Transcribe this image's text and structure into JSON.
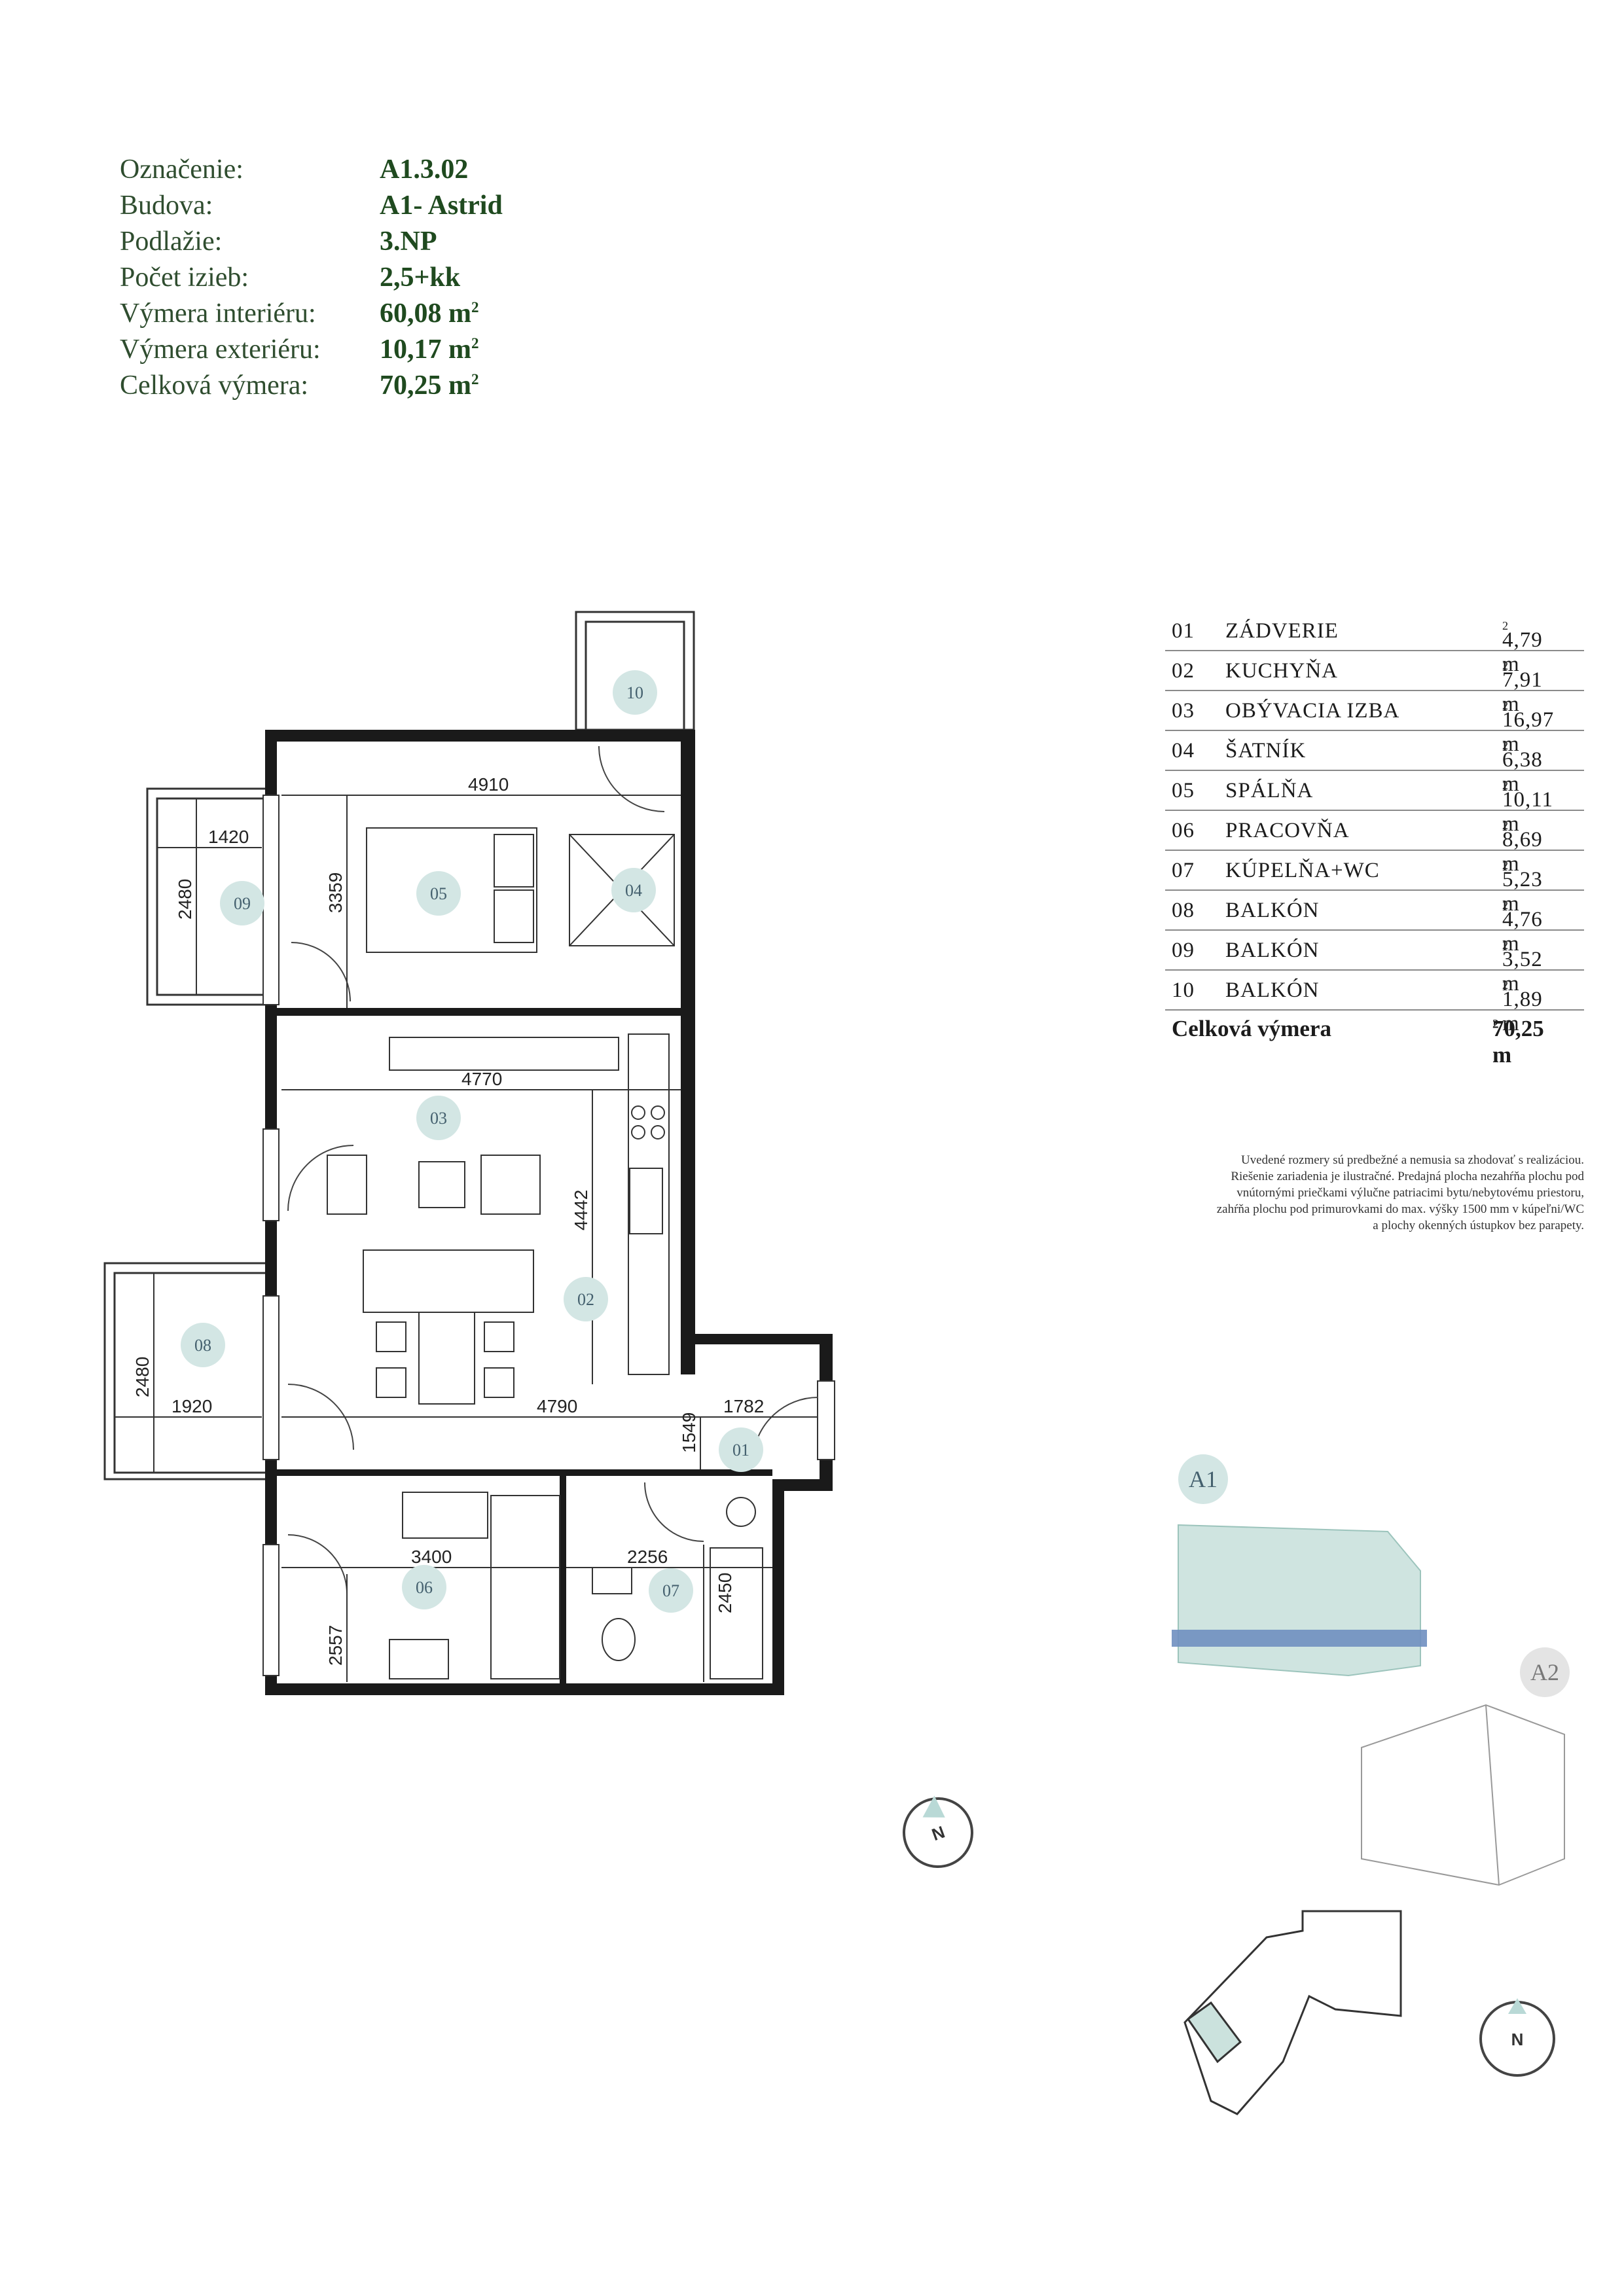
{
  "info": [
    {
      "label": "Označenie:",
      "value": "A1.3.02"
    },
    {
      "label": "Budova:",
      "value": "A1- Astrid"
    },
    {
      "label": "Podlažie:",
      "value": "3.NP"
    },
    {
      "label": "Počet izieb:",
      "value": "2,5+kk"
    },
    {
      "label": "Výmera interiéru:",
      "value": "60,08 m"
    },
    {
      "label": "Výmera exteriéru:",
      "value": "10,17 m"
    },
    {
      "label": "Celková výmera:",
      "value": "70,25 m"
    }
  ],
  "area_unit_sup": "2",
  "rooms": [
    {
      "num": "01",
      "name": "ZÁDVERIE",
      "area": "4,79 m"
    },
    {
      "num": "02",
      "name": "KUCHYŇA",
      "area": "7,91 m"
    },
    {
      "num": "03",
      "name": "OBÝVACIA IZBA",
      "area": "16,97 m"
    },
    {
      "num": "04",
      "name": "ŠATNÍK",
      "area": "6,38 m"
    },
    {
      "num": "05",
      "name": "SPÁLŇA",
      "area": "10,11 m"
    },
    {
      "num": "06",
      "name": "PRACOVŇA",
      "area": "8,69 m"
    },
    {
      "num": "07",
      "name": "KÚPELŇA+WC",
      "area": "5,23 m"
    },
    {
      "num": "08",
      "name": "BALKÓN",
      "area": "4,76 m"
    },
    {
      "num": "09",
      "name": "BALKÓN",
      "area": "3,52 m"
    },
    {
      "num": "10",
      "name": "BALKÓN",
      "area": "1,89 m"
    }
  ],
  "total": {
    "label": "Celková výmera",
    "value": "70,25 m"
  },
  "note": [
    "Uvedené rozmery sú predbežné a nemusia sa zhodovať s realizáciou.",
    "Riešenie zariadenia je ilustračné. Predajná plocha nezahŕňa plochu pod",
    "vnútornými priečkami výlučne patriacimi bytu/nebytovému priestoru,",
    "zahŕňa plochu pod primurovkami do max. výšky 1500 mm v kúpeľni/WC",
    "a plochy okenných ústupkov bez parapety."
  ],
  "plan": {
    "room_tags": [
      "01",
      "02",
      "03",
      "04",
      "05",
      "06",
      "07",
      "08",
      "09",
      "10"
    ],
    "dims": {
      "d4910": "4910",
      "d1420": "1420",
      "d2480a": "2480",
      "d3359": "3359",
      "d4770": "4770",
      "d4442": "4442",
      "d2480b": "2480",
      "d1920": "1920",
      "d4790": "4790",
      "d1782": "1782",
      "d1549": "1549",
      "d3400": "3400",
      "d2256": "2256",
      "d2450": "2450",
      "d2557": "2557"
    },
    "compass_letter": "N"
  },
  "site": {
    "building_a1": "A1",
    "building_a2": "A2",
    "compass_letter": "N"
  },
  "colors": {
    "heading_green": "#1f4a1f",
    "tag_fill": "#d3e6e4",
    "highlight_blue": "#6f8fc0",
    "facade_tint": "#b5d6cf"
  }
}
